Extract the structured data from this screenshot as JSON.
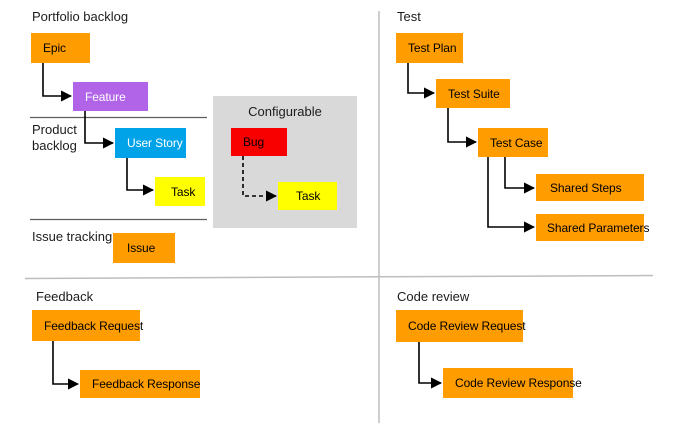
{
  "colors": {
    "orange": "#FF9D00",
    "purple": "#B164E8",
    "blue": "#00A2E8",
    "yellow": "#FFFF00",
    "red": "#F80000",
    "panel": "#D9D9D9",
    "divider_light": "#BDBDBD",
    "divider_dark": "#5E5E5E",
    "connector": "#000000"
  },
  "sections": {
    "portfolio": {
      "title": "Portfolio backlog"
    },
    "product": {
      "title": "Product backlog"
    },
    "issue_tracking": {
      "title": "Issue tracking"
    },
    "configurable": {
      "title": "Configurable",
      "fill": "panel"
    },
    "test": {
      "title": "Test"
    },
    "feedback": {
      "title": "Feedback"
    },
    "code_review": {
      "title": "Code review"
    }
  },
  "nodes": {
    "epic": {
      "label": "Epic",
      "color": "orange"
    },
    "feature": {
      "label": "Feature",
      "color": "purple"
    },
    "user_story": {
      "label": "User Story",
      "color": "blue"
    },
    "task_product": {
      "label": "Task",
      "color": "yellow"
    },
    "issue": {
      "label": "Issue",
      "color": "orange"
    },
    "bug": {
      "label": "Bug",
      "color": "red"
    },
    "task_configurable": {
      "label": "Task",
      "color": "yellow"
    },
    "test_plan": {
      "label": "Test Plan",
      "color": "orange"
    },
    "test_suite": {
      "label": "Test Suite",
      "color": "orange"
    },
    "test_case": {
      "label": "Test Case",
      "color": "orange"
    },
    "shared_steps": {
      "label": "Shared Steps",
      "color": "orange"
    },
    "shared_parameters": {
      "label": "Shared Parameters",
      "color": "orange"
    },
    "feedback_request": {
      "label": "Feedback Request",
      "color": "orange"
    },
    "feedback_response": {
      "label": "Feedback Response",
      "color": "orange"
    },
    "code_review_request": {
      "label": "Code Review Request",
      "color": "orange"
    },
    "code_review_response": {
      "label": "Code Review Response",
      "color": "orange"
    }
  },
  "connections": [
    {
      "from": "epic",
      "to": "feature",
      "style": "solid"
    },
    {
      "from": "feature",
      "to": "user_story",
      "style": "solid"
    },
    {
      "from": "user_story",
      "to": "task_product",
      "style": "solid"
    },
    {
      "from": "bug",
      "to": "task_configurable",
      "style": "dashed"
    },
    {
      "from": "test_plan",
      "to": "test_suite",
      "style": "solid"
    },
    {
      "from": "test_suite",
      "to": "test_case",
      "style": "solid"
    },
    {
      "from": "test_case",
      "to": "shared_steps",
      "style": "solid"
    },
    {
      "from": "test_case",
      "to": "shared_parameters",
      "style": "solid"
    },
    {
      "from": "feedback_request",
      "to": "feedback_response",
      "style": "solid"
    },
    {
      "from": "code_review_request",
      "to": "code_review_response",
      "style": "solid"
    }
  ]
}
